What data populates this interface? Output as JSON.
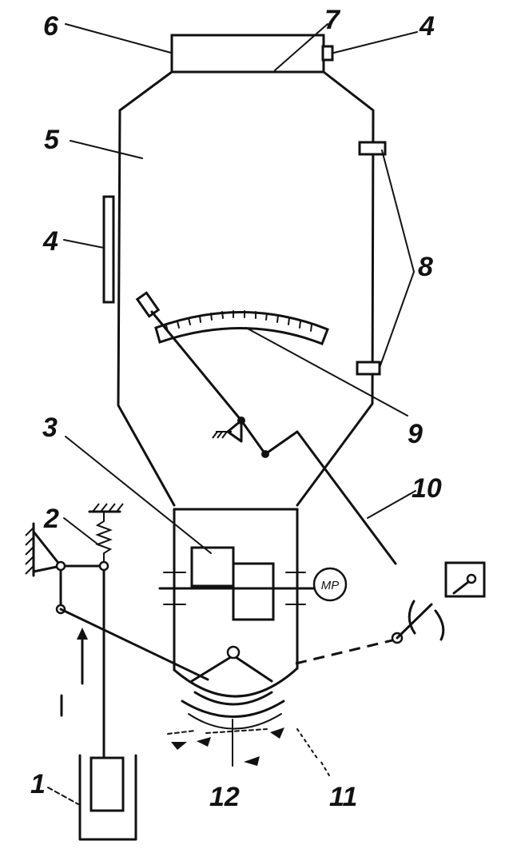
{
  "labels": {
    "l1": "1",
    "l2": "2",
    "l3": "3",
    "l4_top": "4",
    "l4_left": "4",
    "l5": "5",
    "l6": "6",
    "l7": "7",
    "l8": "8",
    "l9": "9",
    "l10": "10",
    "l11": "11",
    "l12": "12"
  },
  "motor_label": "MP"
}
